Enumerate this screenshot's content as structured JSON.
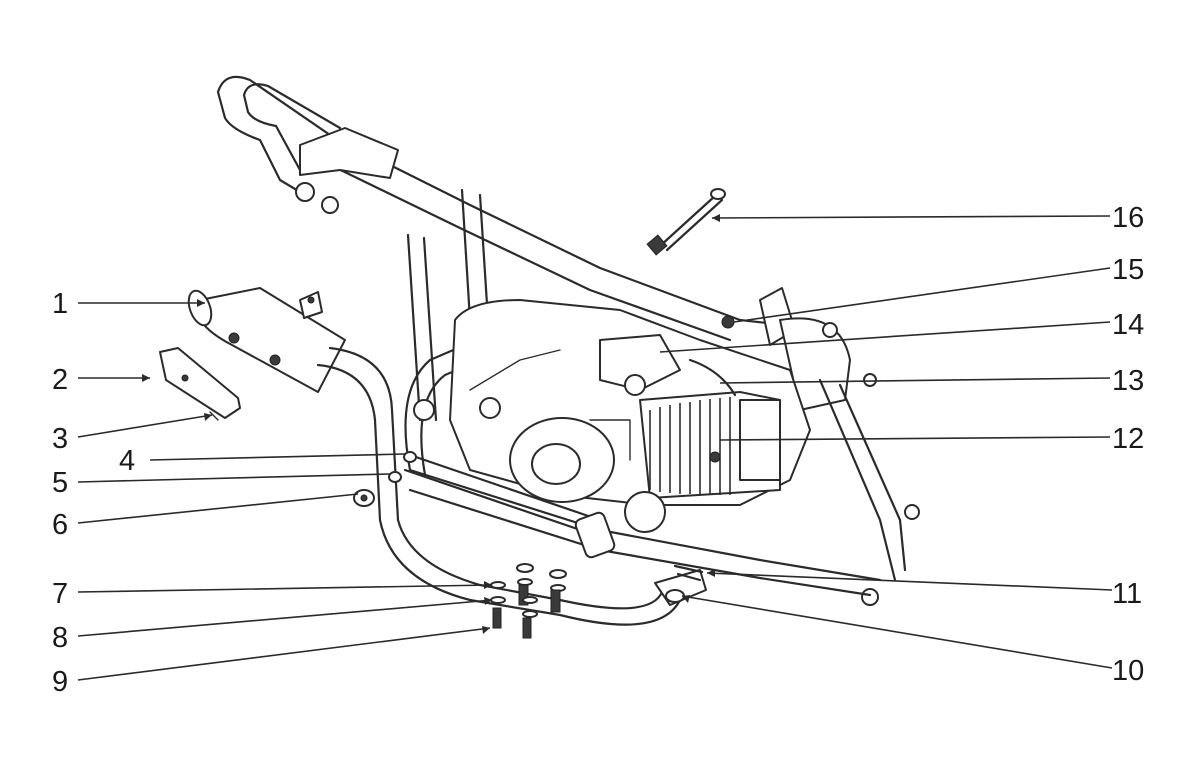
{
  "callouts": [
    {
      "id": 1,
      "label": "1"
    },
    {
      "id": 2,
      "label": "2"
    },
    {
      "id": 3,
      "label": "3"
    },
    {
      "id": 4,
      "label": "4"
    },
    {
      "id": 5,
      "label": "5"
    },
    {
      "id": 6,
      "label": "6"
    },
    {
      "id": 7,
      "label": "7"
    },
    {
      "id": 8,
      "label": "8"
    },
    {
      "id": 9,
      "label": "9"
    },
    {
      "id": 10,
      "label": "10"
    },
    {
      "id": 11,
      "label": "11"
    },
    {
      "id": 12,
      "label": "12"
    },
    {
      "id": 13,
      "label": "13"
    },
    {
      "id": 14,
      "label": "14"
    },
    {
      "id": 15,
      "label": "15"
    },
    {
      "id": 16,
      "label": "16"
    }
  ],
  "colors": {
    "line": "#2b2b2b",
    "text": "#1a1a1a",
    "background": "#ffffff"
  }
}
